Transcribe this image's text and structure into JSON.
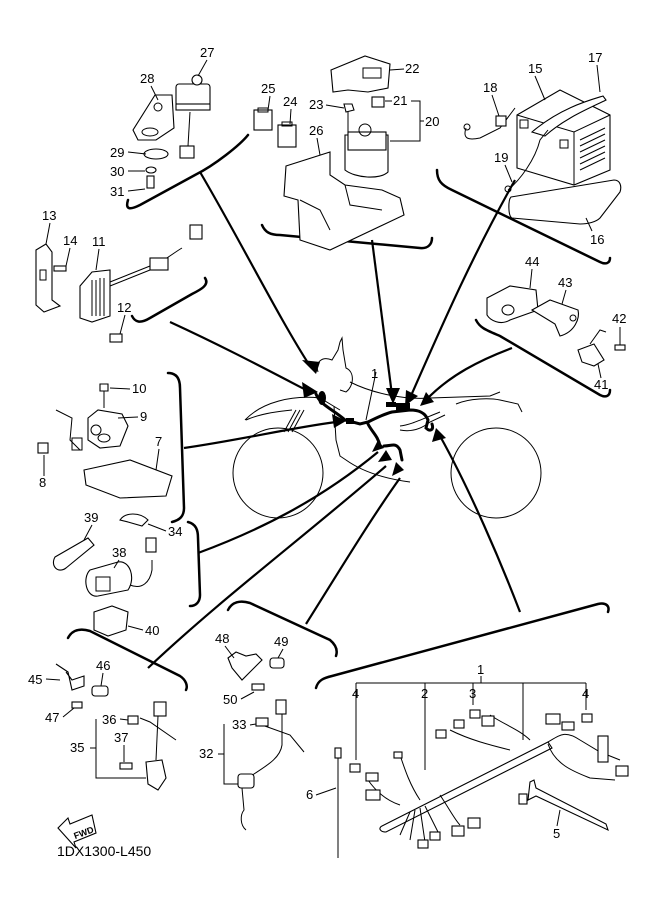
{
  "diagram": {
    "title": "Electrical 2 exploded parts diagram",
    "drawing_code": "1DX1300-L450",
    "direction_indicator": "FWD",
    "callouts": {
      "p1": "1",
      "p1b": "1",
      "p2": "2",
      "p3": "3",
      "p4a": "4",
      "p4b": "4",
      "p5": "5",
      "p6": "6",
      "p7": "7",
      "p8": "8",
      "p9": "9",
      "p10": "10",
      "p11": "11",
      "p12": "12",
      "p13": "13",
      "p14": "14",
      "p15": "15",
      "p16": "16",
      "p17": "17",
      "p18": "18",
      "p19": "19",
      "p20": "20",
      "p21": "21",
      "p22": "22",
      "p23": "23",
      "p24": "24",
      "p25": "25",
      "p26": "26",
      "p27": "27",
      "p28": "28",
      "p29": "29",
      "p30": "30",
      "p31": "31",
      "p32": "32",
      "p33": "33",
      "p34": "34",
      "p35": "35",
      "p36": "36",
      "p37": "37",
      "p38": "38",
      "p39": "39",
      "p40": "40",
      "p41": "41",
      "p42": "42",
      "p43": "43",
      "p44": "44",
      "p45": "45",
      "p46": "46",
      "p47": "47",
      "p48": "48",
      "p49": "49",
      "p50": "50"
    },
    "groups": [
      {
        "name": "sensor-bracket-group",
        "parts": [
          "27",
          "28",
          "29",
          "30",
          "31"
        ]
      },
      {
        "name": "relay-starter-group",
        "parts": [
          "20",
          "21",
          "22",
          "23",
          "24",
          "25",
          "26"
        ]
      },
      {
        "name": "battery-group",
        "parts": [
          "15",
          "16",
          "17",
          "18",
          "19"
        ]
      },
      {
        "name": "rectifier-group",
        "parts": [
          "11",
          "12",
          "13",
          "14"
        ]
      },
      {
        "name": "sensor-44-group",
        "parts": [
          "41",
          "42",
          "43",
          "44"
        ]
      },
      {
        "name": "unit-bracket-group",
        "parts": [
          "7",
          "8",
          "9",
          "10"
        ]
      },
      {
        "name": "condenser-group",
        "parts": [
          "34",
          "38",
          "39",
          "40"
        ]
      },
      {
        "name": "switch-group-35",
        "parts": [
          "35",
          "36",
          "37",
          "45",
          "46",
          "47"
        ]
      },
      {
        "name": "switch-group-32",
        "parts": [
          "32",
          "33",
          "48",
          "49",
          "50"
        ]
      },
      {
        "name": "wire-harness-group",
        "parts": [
          "1",
          "2",
          "3",
          "4",
          "5",
          "6"
        ]
      }
    ]
  }
}
